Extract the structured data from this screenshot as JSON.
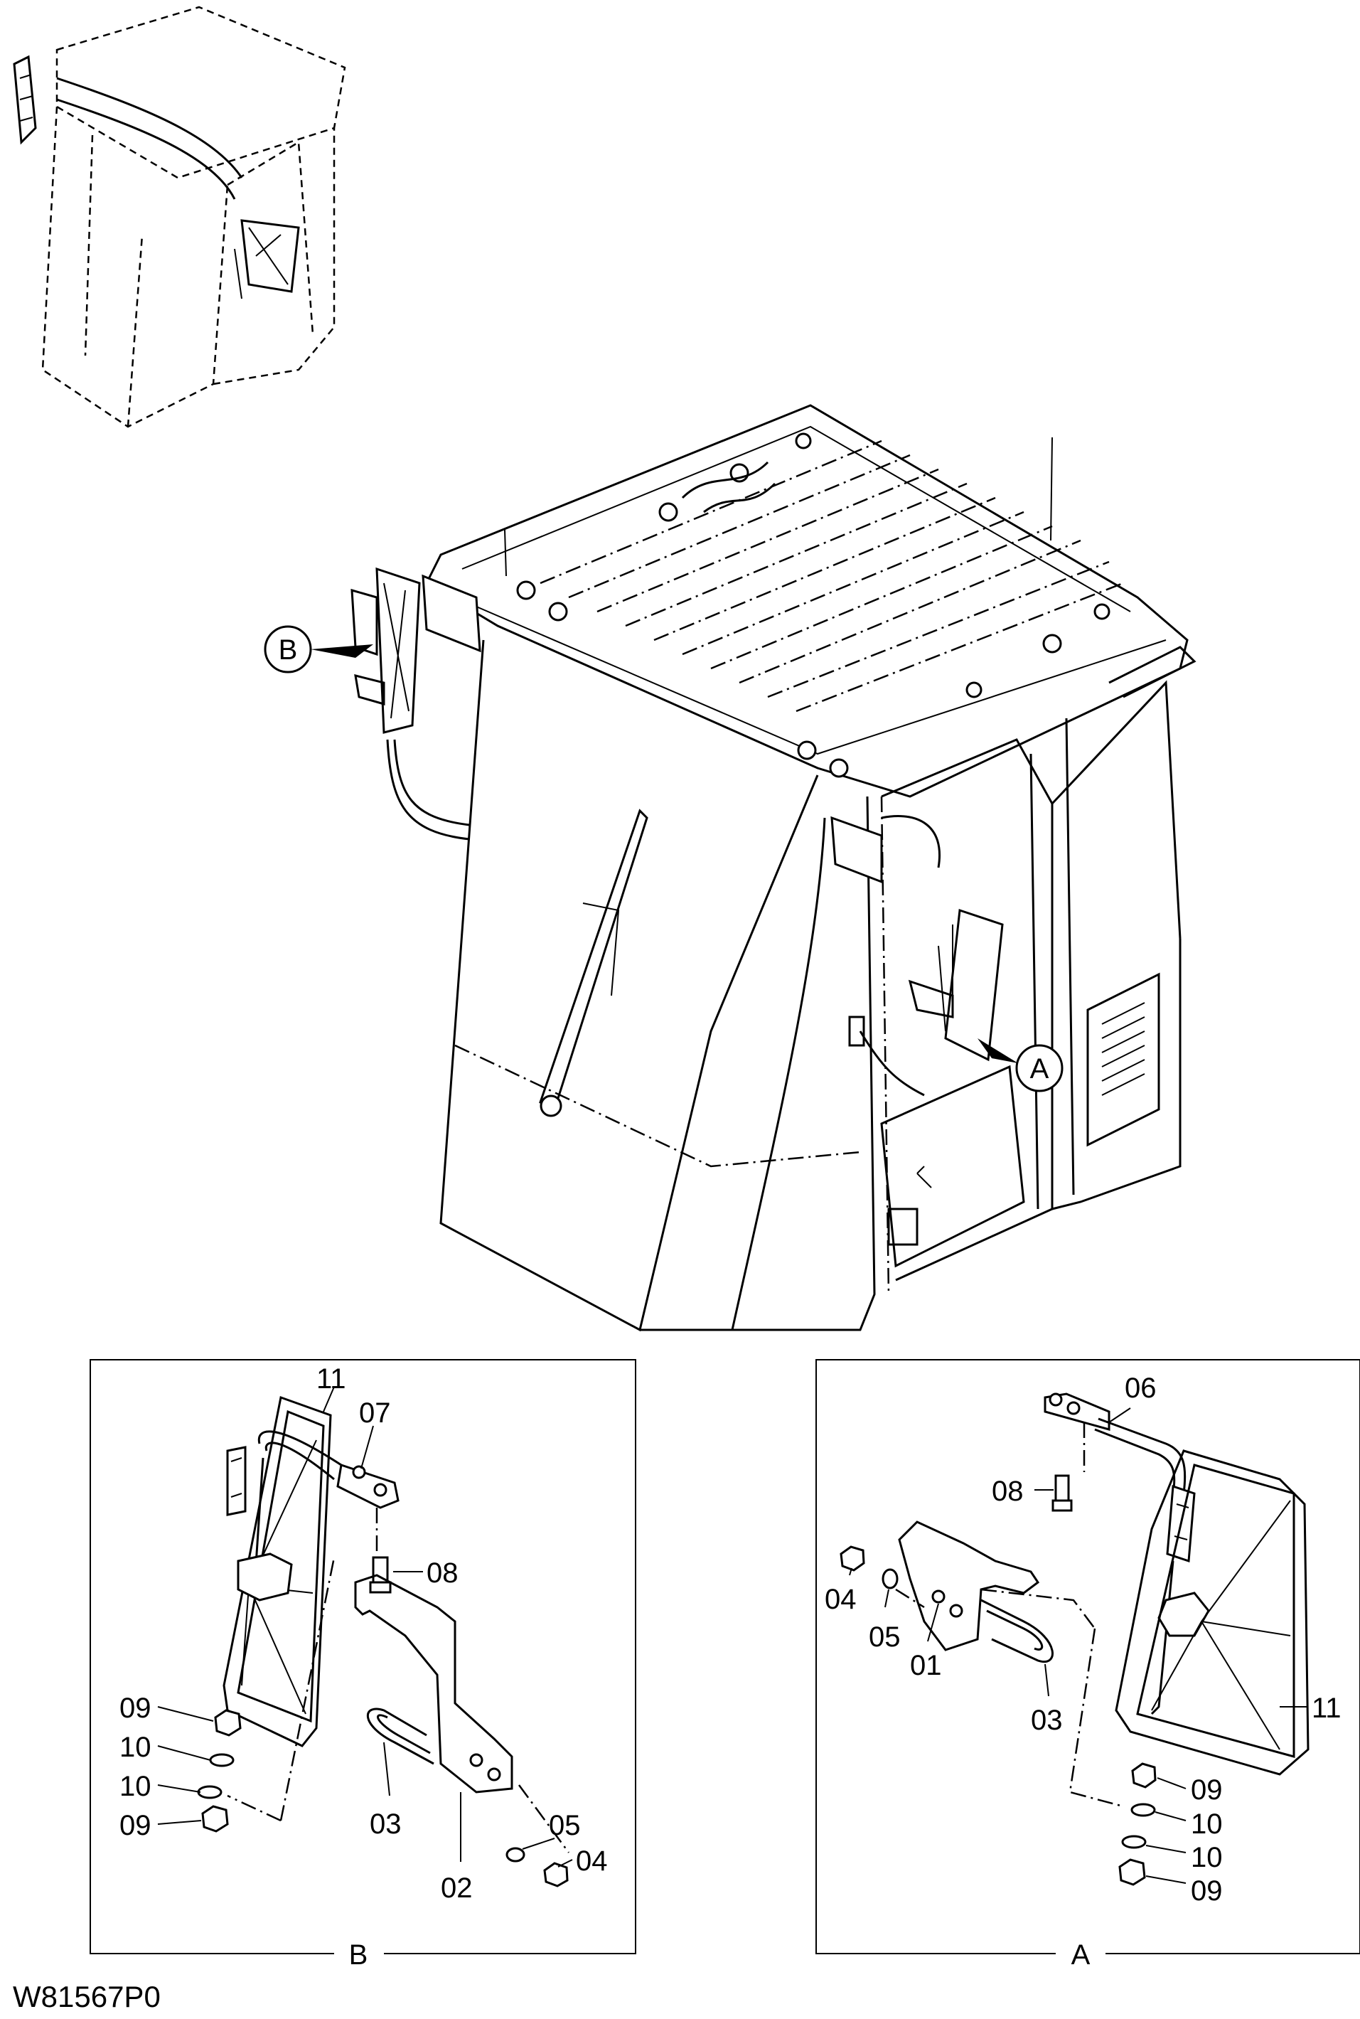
{
  "drawing_code": "W81567P0",
  "callouts": {
    "a": "A",
    "b": "B"
  },
  "panel_b": {
    "caption": "B",
    "labels": {
      "l11": "11",
      "l07": "07",
      "l08": "08",
      "l09a": "09",
      "l10a": "10",
      "l10b": "10",
      "l09b": "09",
      "l03": "03",
      "l02": "02",
      "l05": "05",
      "l04": "04"
    }
  },
  "panel_a": {
    "caption": "A",
    "labels": {
      "l06": "06",
      "l08": "08",
      "l04": "04",
      "l05": "05",
      "l01": "01",
      "l03": "03",
      "l11": "11",
      "l09a": "09",
      "l10a": "10",
      "l10b": "10",
      "l09b": "09"
    }
  }
}
